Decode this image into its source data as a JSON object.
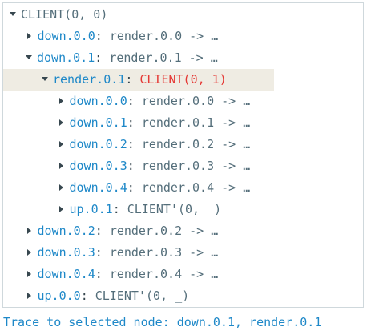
{
  "tree": [
    {
      "depth": 0,
      "arrow": "down",
      "key": "",
      "sep": "",
      "value": "CLIENT(0, 0)",
      "value_color": "gray",
      "selected": false
    },
    {
      "depth": 1,
      "arrow": "right",
      "key": "down.0.0",
      "sep": ":",
      "value": "render.0.0 -> …",
      "value_color": "gray",
      "selected": false
    },
    {
      "depth": 1,
      "arrow": "down",
      "key": "down.0.1",
      "sep": ":",
      "value": "render.0.1 -> …",
      "value_color": "gray",
      "selected": false
    },
    {
      "depth": 2,
      "arrow": "down",
      "key": "render.0.1",
      "sep": ":",
      "value": "CLIENT(0, 1)",
      "value_color": "red",
      "selected": true
    },
    {
      "depth": 3,
      "arrow": "right",
      "key": "down.0.0",
      "sep": ":",
      "value": "render.0.0 -> …",
      "value_color": "gray",
      "selected": false
    },
    {
      "depth": 3,
      "arrow": "right",
      "key": "down.0.1",
      "sep": ":",
      "value": "render.0.1 -> …",
      "value_color": "gray",
      "selected": false
    },
    {
      "depth": 3,
      "arrow": "right",
      "key": "down.0.2",
      "sep": ":",
      "value": "render.0.2 -> …",
      "value_color": "gray",
      "selected": false
    },
    {
      "depth": 3,
      "arrow": "right",
      "key": "down.0.3",
      "sep": ":",
      "value": "render.0.3 -> …",
      "value_color": "gray",
      "selected": false
    },
    {
      "depth": 3,
      "arrow": "right",
      "key": "down.0.4",
      "sep": ":",
      "value": "render.0.4 -> …",
      "value_color": "gray",
      "selected": false
    },
    {
      "depth": 3,
      "arrow": "right",
      "key": "up.0.1",
      "sep": ":",
      "value": "CLIENT'(0, _)",
      "value_color": "gray",
      "selected": false
    },
    {
      "depth": 1,
      "arrow": "right",
      "key": "down.0.2",
      "sep": ":",
      "value": "render.0.2 -> …",
      "value_color": "gray",
      "selected": false
    },
    {
      "depth": 1,
      "arrow": "right",
      "key": "down.0.3",
      "sep": ":",
      "value": "render.0.3 -> …",
      "value_color": "gray",
      "selected": false
    },
    {
      "depth": 1,
      "arrow": "right",
      "key": "down.0.4",
      "sep": ":",
      "value": "render.0.4 -> …",
      "value_color": "gray",
      "selected": false
    },
    {
      "depth": 1,
      "arrow": "right",
      "key": "up.0.0",
      "sep": ":",
      "value": "CLIENT'(0, _)",
      "value_color": "gray",
      "selected": false
    }
  ],
  "footer": {
    "text": "Trace to selected node: down.0.1, render.0.1"
  },
  "colors": {
    "key": "#1e88c8",
    "value": "#546e7a",
    "value_red": "#e53935",
    "selected_bg": "#efece3",
    "border": "#cfd8dc"
  }
}
